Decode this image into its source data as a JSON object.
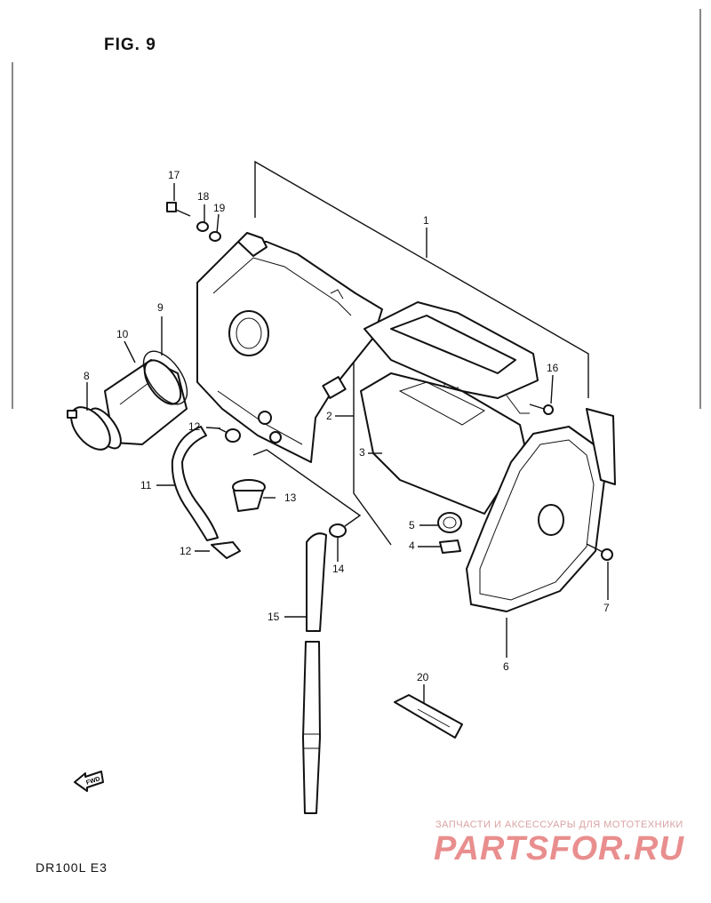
{
  "figure_label": "FIG. 9",
  "model_code": "DR100L E3",
  "part_numbers": [
    "1",
    "2",
    "3",
    "4",
    "5",
    "6",
    "7",
    "8",
    "9",
    "10",
    "11",
    "12",
    "12",
    "13",
    "14",
    "15",
    "16",
    "17",
    "18",
    "19",
    "20"
  ],
  "watermark": {
    "subtitle": "ЗАПЧАСТИ И АКСЕССУАРЫ ДЛЯ МОТОТЕХНИКИ",
    "brand": "PARTSFOR.RU",
    "color": "#e98e8e"
  },
  "icons": [
    "fwd-arrow-icon"
  ]
}
